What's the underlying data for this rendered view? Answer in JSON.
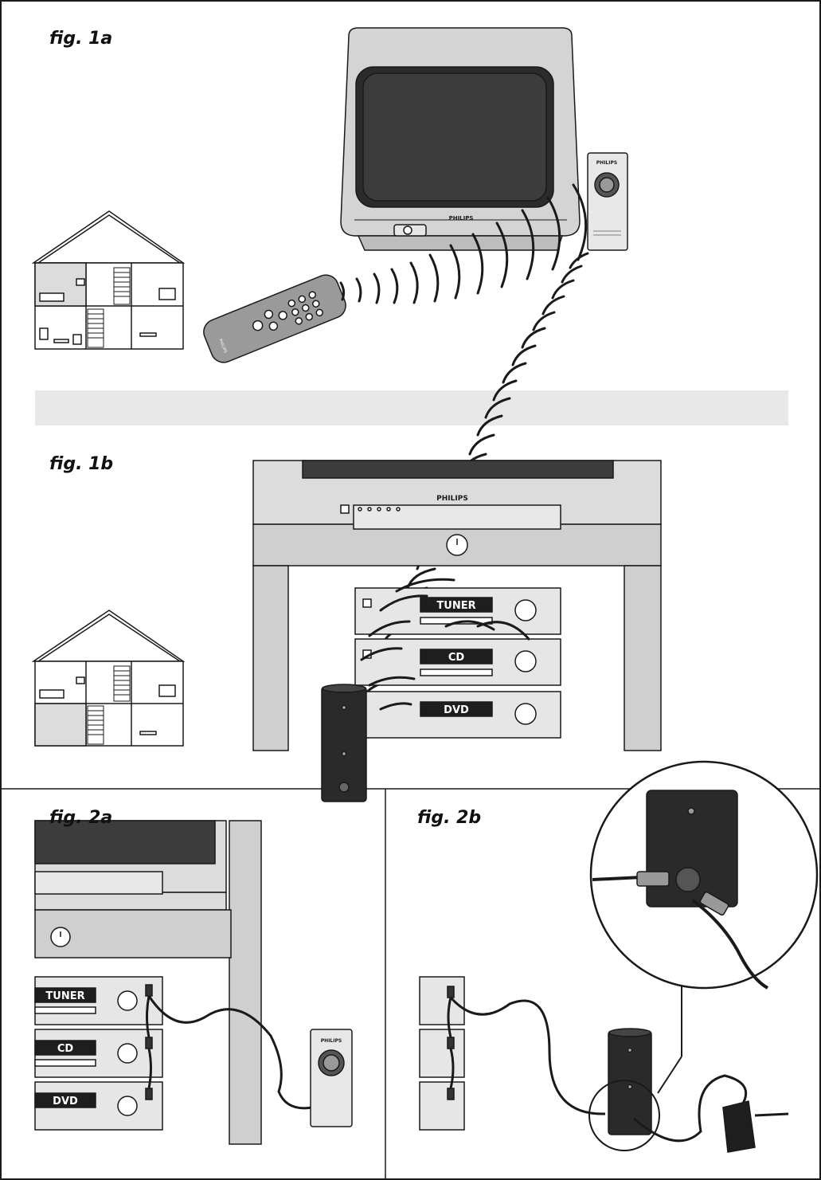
{
  "figures": {
    "fig1a": {
      "label": "fig. 1a"
    },
    "fig1b": {
      "label": "fig. 1b"
    },
    "fig2a": {
      "label": "fig. 2a"
    },
    "fig2b": {
      "label": "fig. 2b"
    }
  },
  "brand": "PHILIPS",
  "devices": {
    "tuner": "TUNER",
    "cd": "CD",
    "dvd": "DVD"
  },
  "colors": {
    "line": "#1a1a1a",
    "device_fill": "#e6e6e6",
    "band": "#e8e8e8",
    "dark_unit": "#2a2a2a"
  }
}
